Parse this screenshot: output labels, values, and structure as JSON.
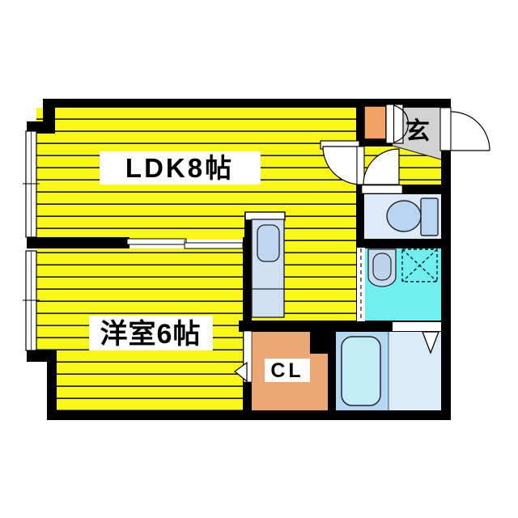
{
  "floorplan": {
    "labels": {
      "ldk": "LDK8帖",
      "western_room": "洋室6帖",
      "closet": "CL",
      "entrance": "玄"
    },
    "colors": {
      "floor_yellow": "#f8f715",
      "stripe_line": "#141414",
      "wall_black": "#000000",
      "entrance_gray": "#d2d2d2",
      "shoe_cabinet_orange": "#f2a264",
      "closet_orange": "#eca874",
      "toilet_room_blue": "#dcebf7",
      "toilet_fixture_blue": "#b9d6f0",
      "washroom_cyan": "#6fefed",
      "washbasin_blue": "#cbdcec",
      "bathroom_left_blue": "#b4d8ef",
      "bathroom_right_blue": "#dbecf8",
      "bathtub_blue": "#c2edf7",
      "kitchen_blue": "#cfe0f3",
      "kitchen_sink_blue": "#c0d6ef",
      "door_white": "#ffffff"
    },
    "fixtures": {
      "toilet": "toilet",
      "washbasin": "washbasin",
      "washing_machine_space": "washing-machine-space",
      "bathtub": "bathtub",
      "kitchen_sink": "kitchen-sink",
      "shoe_cabinet": "shoe-cabinet"
    }
  }
}
